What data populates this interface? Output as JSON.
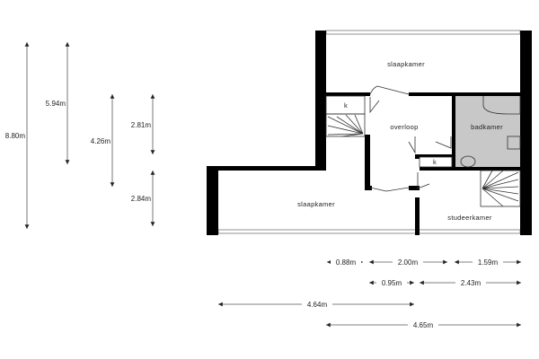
{
  "rooms": {
    "slaapkamer_top": "slaapkamer",
    "overloop": "overloop",
    "badkamer": "badkamer",
    "slaapkamer_bottom": "slaapkamer",
    "studeerkamer": "studeerkamer",
    "closet_1": "k",
    "closet_2": "k"
  },
  "vertical_dimensions": [
    "8.80m",
    "5.94m",
    "4.26m",
    "2.81m",
    "2.84m"
  ],
  "horizontal_dimensions": [
    "0.88m",
    "2.00m",
    "1.59m",
    "0.95m",
    "2.43m",
    "4.64m",
    "4.65m"
  ],
  "colors": {
    "wall": "#000000",
    "bathroom": "#c8c8c8"
  }
}
